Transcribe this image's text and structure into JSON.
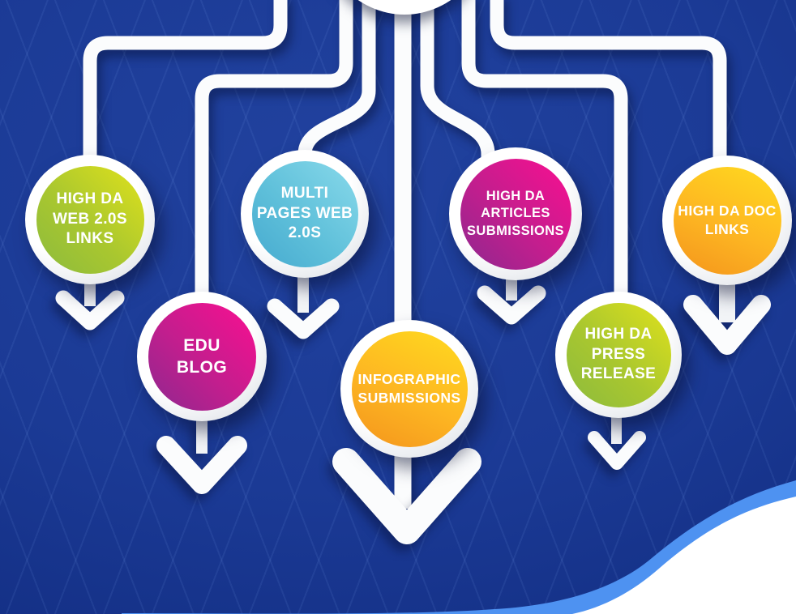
{
  "background": {
    "base_color": "#1b3a95",
    "edge_color": "#0c2363",
    "grid_line_color": "rgba(125,165,240,0.10)"
  },
  "connectors": {
    "color": "#fbfcfd",
    "style": "rounded right-angle routed lines from off-screen source node at top center"
  },
  "source_node": {
    "shape": "partial-white-circle-top-center",
    "color": "#ffffff"
  },
  "wave": {
    "band_color": "#4e92f1",
    "fill_color": "#ffffff",
    "position": "bottom-right"
  },
  "palette": {
    "green": {
      "from": "#dbdf1d",
      "to": "#8fbc3c"
    },
    "cyan": {
      "from": "#85d7e9",
      "to": "#48acd0"
    },
    "magenta": {
      "from": "#f51090",
      "to": "#93278f"
    },
    "orange": {
      "from": "#ffd51f",
      "to": "#f5981d"
    }
  },
  "icons": {
    "down_arrow": "chevron-down"
  },
  "nodes": [
    {
      "id": "high-da-web20-links",
      "color": "green",
      "lines": [
        "HIGH DA",
        "WEB 2.0S",
        "LINKS"
      ]
    },
    {
      "id": "multi-pages-web20",
      "color": "cyan",
      "lines": [
        "MULTI",
        "PAGES WEB",
        "2.0S"
      ]
    },
    {
      "id": "high-da-articles-submissions",
      "color": "magenta",
      "lines": [
        "HIGH DA",
        "ARTICLES",
        "SUBMISSIONS"
      ]
    },
    {
      "id": "high-da-doc-links",
      "color": "orange",
      "lines": [
        "HIGH DA DOC",
        "LINKS"
      ]
    },
    {
      "id": "edu-blog",
      "color": "magenta",
      "lines": [
        "EDU",
        "BLOG"
      ]
    },
    {
      "id": "infographic-submissions",
      "color": "orange",
      "lines": [
        "INFOGRAPHIC",
        "SUBMISSIONS"
      ]
    },
    {
      "id": "high-da-press-release",
      "color": "green",
      "lines": [
        "HIGH DA",
        "PRESS",
        "RELEASE"
      ]
    }
  ]
}
